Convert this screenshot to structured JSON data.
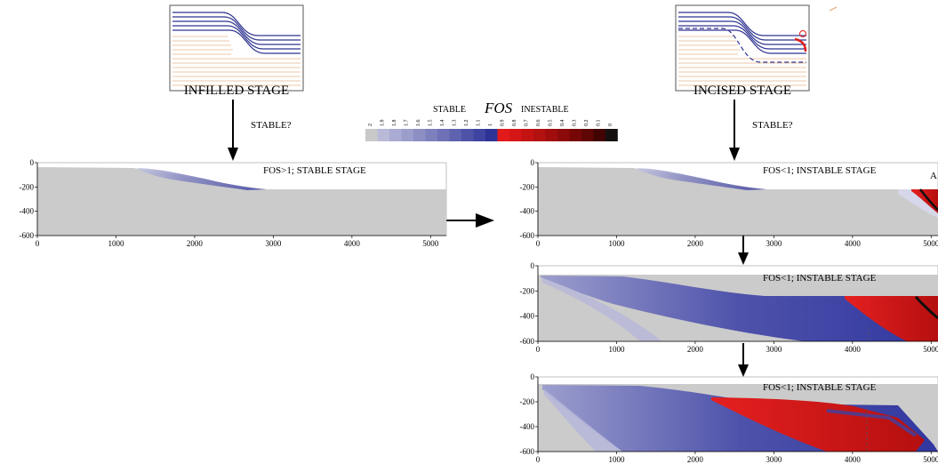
{
  "schematics": {
    "infilled": {
      "label": "INFILLED STAGE",
      "question": "STABLE?"
    },
    "incised": {
      "label": "INCISED STAGE",
      "question": "STABLE?"
    }
  },
  "legend": {
    "stable_label": "STABLE",
    "fos_label": "FOS",
    "instable_label": "INESTABLE",
    "ticks": [
      "2",
      "1.9",
      "1.8",
      "1.7",
      "1.6",
      "1.5",
      "1.4",
      "1.3",
      "1.2",
      "1.1",
      "1",
      "0.9",
      "0.8",
      "0.7",
      "0.6",
      "0.5",
      "0.4",
      "0.3",
      "0.2",
      "0.1",
      "0"
    ],
    "colors": [
      "#c9c9c9",
      "#b9bad8",
      "#aaabd2",
      "#9b9dcb",
      "#8c8ec4",
      "#7d80bd",
      "#6e71b6",
      "#5f62af",
      "#4f53a8",
      "#3f44a0",
      "#2d3396",
      "#e21a1a",
      "#d41616",
      "#c41313",
      "#b31010",
      "#a10d0d",
      "#8d0a0a",
      "#770707",
      "#5f0505",
      "#420303",
      "#151111"
    ]
  },
  "panels": {
    "p1": {
      "title": "FOS>1; STABLE STAGE"
    },
    "p2": {
      "title": "FOS<1; INSTABLE STAGE",
      "edge_text": "A"
    },
    "p3": {
      "title": "FOS<1; INSTABLE STAGE"
    },
    "p4": {
      "title": "FOS<1; INSTABLE STAGE"
    }
  },
  "axes": {
    "x_ticks": [
      "0",
      "1000",
      "2000",
      "3000",
      "4000",
      "5000"
    ],
    "y_ticks": [
      "0",
      "-200",
      "-400",
      "-600"
    ],
    "x_range": [
      0,
      5200
    ],
    "y_range": [
      -600,
      0
    ]
  },
  "colors": {
    "terrain": "#cbcbcb",
    "stable_blue": "#3d42a2",
    "light_blue": "#9a9ccb",
    "unstable_red": "#e01b1b",
    "dark": "#0e0e0e",
    "schematic_blue": "#2f3490",
    "schematic_orange": "#e9b58a"
  }
}
